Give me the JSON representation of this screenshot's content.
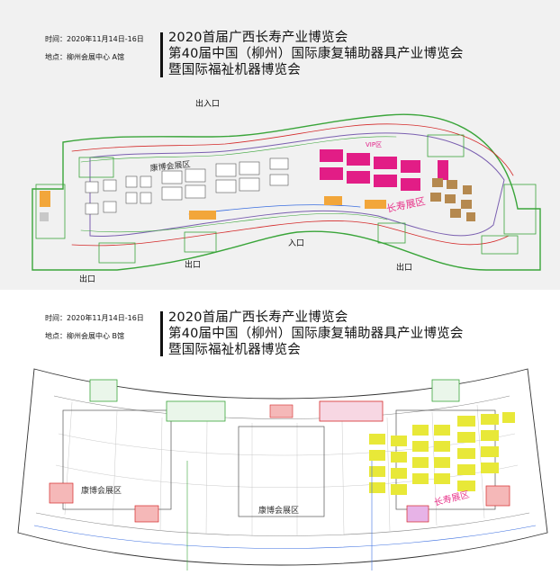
{
  "hall_a": {
    "time": "时间：2020年11月14日-16日",
    "place": "地点：柳州会展中心 A馆",
    "title_lines": [
      "2020首届广西长寿产业博览会",
      "第40届中国（柳州）国际康复辅助器具产业博览会",
      "暨国际福祉机器博览会"
    ],
    "zone_kangbo": "康博会展区",
    "zone_changshou": "长寿展区",
    "vip": "VIP区",
    "exit_top": "出入口",
    "entrance": "入口",
    "exit_left": "出口",
    "exit_mid": "出口",
    "exit_right": "出口"
  },
  "hall_b": {
    "time": "时间：2020年11月14日-16日",
    "place": "地点：柳州会展中心 B馆",
    "title_lines": [
      "2020首届广西长寿产业博览会",
      "第40届中国（柳州）国际康复辅助器具产业博览会",
      "暨国际福祉机器博览会"
    ],
    "zone_kangbo_left": "康博会展区",
    "zone_kangbo_mid": "康博会展区",
    "zone_changshou": "长寿展区"
  },
  "colors": {
    "panel_a_bg": "#f1f1f1",
    "magenta_booth": "#e21d86",
    "brown_booth": "#b5894f",
    "orange_booth": "#f2a63a",
    "yellow_booth": "#e8e838",
    "green_wall": "#3aa53a",
    "red_wall": "#d42a2a",
    "zone_label_pink": "#e8388c"
  }
}
